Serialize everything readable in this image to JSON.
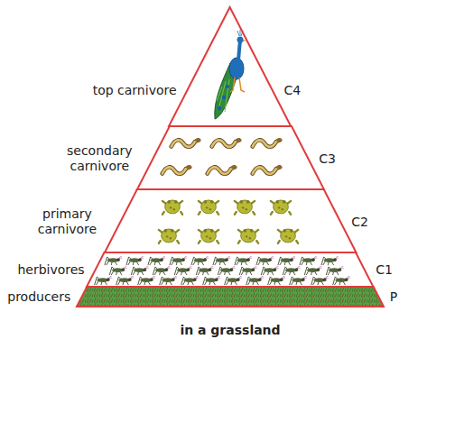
{
  "diagram": {
    "caption": "in a grassland",
    "nodes": [
      {
        "text": [
          "top carnivore",
          "C4"
        ]
      },
      {
        "text": [
          "secondary carnivore",
          "C3"
        ]
      },
      {
        "text": [
          "primary carnivore",
          "C2"
        ]
      },
      {
        "text": [
          "herbivores",
          "C1"
        ]
      },
      {
        "text": [
          "producers",
          "P"
        ]
      }
    ]
  }
}
